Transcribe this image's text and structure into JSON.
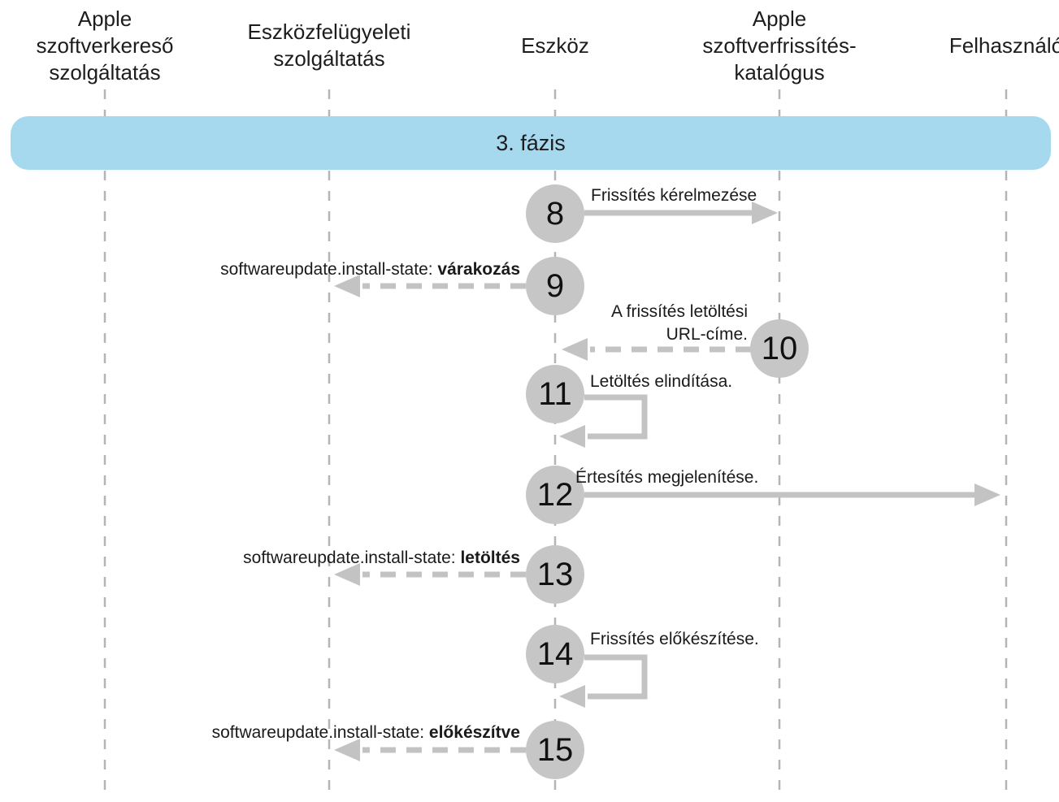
{
  "diagram": {
    "lanes": [
      {
        "id": "apple-software-lookup-service",
        "label": "Apple szoftverkereső szolgáltatás"
      },
      {
        "id": "device-management-service",
        "label": "Eszközfelügyeleti szolgáltatás"
      },
      {
        "id": "device",
        "label": "Eszköz"
      },
      {
        "id": "apple-software-update-catalog",
        "label": "Apple szoftverfrissítés-katalógus"
      },
      {
        "id": "user",
        "label": "Felhasználó"
      }
    ],
    "phase_banner": {
      "label": "3. fázis"
    },
    "steps": [
      {
        "number": "8",
        "label": "Frissítés kérelmezése"
      },
      {
        "number": "9",
        "label_prefix": "softwareupdate.install-state: ",
        "label_bold": "várakozás"
      },
      {
        "number": "10",
        "label": "A frissítés letöltési URL-címe."
      },
      {
        "number": "11",
        "label": "Letöltés elindítása."
      },
      {
        "number": "12",
        "label": "Értesítés megjelenítése."
      },
      {
        "number": "13",
        "label_prefix": "softwareupdate.install-state: ",
        "label_bold": "letöltés"
      },
      {
        "number": "14",
        "label": "Frissítés előkészítése."
      },
      {
        "number": "15",
        "label_prefix": "softwareupdate.install-state: ",
        "label_bold": "előkészítve"
      }
    ],
    "colors": {
      "banner_blue": "#a6d9ee",
      "circle_gray": "#c6c6c6",
      "arrow_gray": "#c3c3c3",
      "lifeline_gray": "#b5b5b5",
      "text": "#1d1d1f"
    }
  }
}
